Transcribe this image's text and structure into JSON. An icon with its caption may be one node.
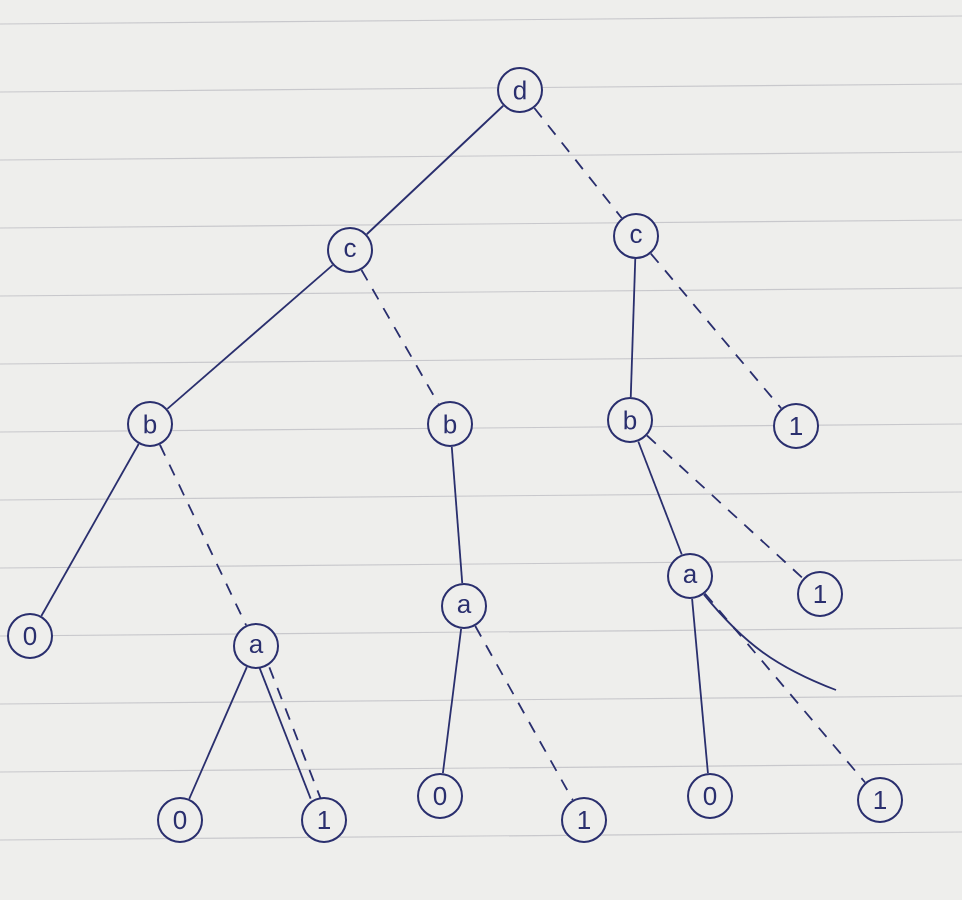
{
  "diagram": {
    "nodes": [
      {
        "text": [
          "d"
        ]
      },
      {
        "text": [
          "c"
        ]
      },
      {
        "text": [
          "c"
        ]
      },
      {
        "text": [
          "b"
        ]
      },
      {
        "text": [
          "b"
        ]
      },
      {
        "text": [
          "b"
        ]
      },
      {
        "text": [
          "1"
        ]
      },
      {
        "text": [
          "0"
        ]
      },
      {
        "text": [
          "a"
        ]
      },
      {
        "text": [
          "a"
        ]
      },
      {
        "text": [
          "a"
        ]
      },
      {
        "text": [
          "1"
        ]
      },
      {
        "text": [
          "0"
        ]
      },
      {
        "text": [
          "1"
        ]
      },
      {
        "text": [
          "0"
        ]
      },
      {
        "text": [
          "1"
        ]
      },
      {
        "text": [
          "0"
        ]
      },
      {
        "text": [
          "1"
        ]
      }
    ],
    "edges": [
      {
        "from": 0,
        "to": 1,
        "arrow": "none"
      },
      {
        "from": 0,
        "to": 2,
        "arrow": "none",
        "style": "dashed"
      },
      {
        "from": 1,
        "to": 3,
        "arrow": "none"
      },
      {
        "from": 1,
        "to": 4,
        "arrow": "none",
        "style": "dashed"
      },
      {
        "from": 2,
        "to": 5,
        "arrow": "none"
      },
      {
        "from": 2,
        "to": 6,
        "arrow": "none",
        "style": "dashed"
      },
      {
        "from": 3,
        "to": 7,
        "arrow": "none"
      },
      {
        "from": 3,
        "to": 8,
        "arrow": "none",
        "style": "dashed"
      },
      {
        "from": 4,
        "to": 9,
        "arrow": "none"
      },
      {
        "from": 5,
        "to": 10,
        "arrow": "none"
      },
      {
        "from": 5,
        "to": 11,
        "arrow": "none",
        "style": "dashed"
      },
      {
        "from": 8,
        "to": 12,
        "arrow": "none"
      },
      {
        "from": 8,
        "to": 13,
        "arrow": "none"
      },
      {
        "from": 8,
        "to": 13,
        "arrow": "none",
        "style": "dashed"
      },
      {
        "from": 9,
        "to": 14,
        "arrow": "none"
      },
      {
        "from": 9,
        "to": 15,
        "arrow": "none",
        "style": "dashed"
      },
      {
        "from": 10,
        "to": 16,
        "arrow": "none"
      },
      {
        "from": 10,
        "to": 17,
        "arrow": "none",
        "style": "dashed"
      },
      {
        "from": 10,
        "to": null,
        "arrow": "none"
      }
    ]
  }
}
